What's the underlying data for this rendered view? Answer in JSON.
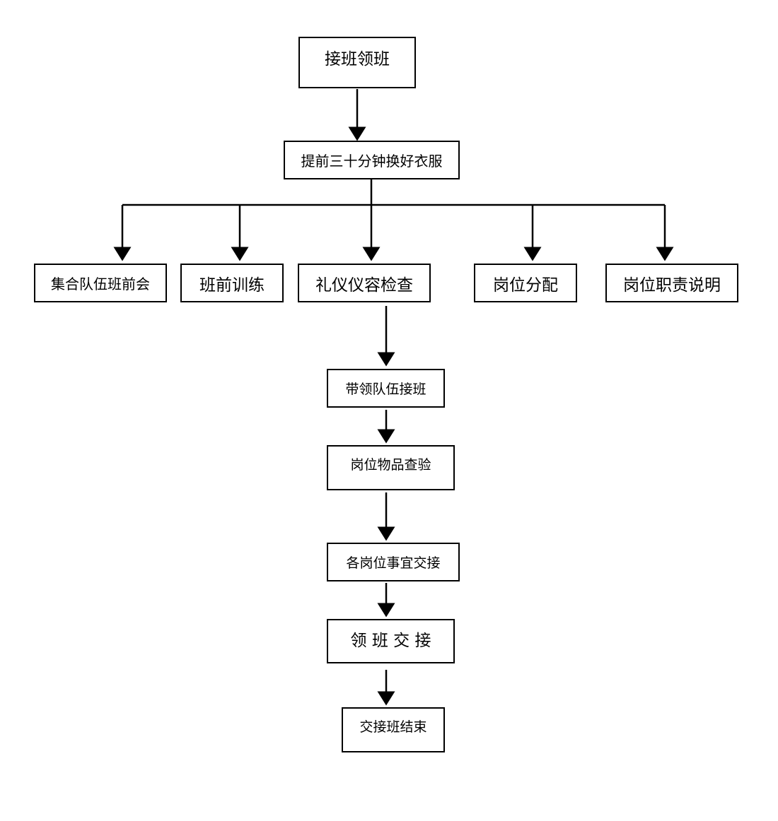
{
  "flowchart": {
    "top": {
      "start": "接班领班"
    },
    "prep": {
      "change_clothes": "提前三十分钟换好衣服"
    },
    "branches": {
      "assembly_meeting": "集合队伍班前会",
      "pre_shift_training": "班前训练",
      "etiquette_check": "礼仪仪容检查",
      "post_assignment": "岗位分配",
      "duty_explanation": "岗位职责说明"
    },
    "sequence": {
      "lead_team": "带领队伍接班",
      "inspect_items": "岗位物品查验",
      "handover_matters": "各岗位事宜交接",
      "supervisor_handover": "领 班 交 接",
      "end": "交接班结束"
    }
  },
  "colors": {
    "line": "#000000",
    "box_border": "#000000",
    "background": "#ffffff"
  }
}
